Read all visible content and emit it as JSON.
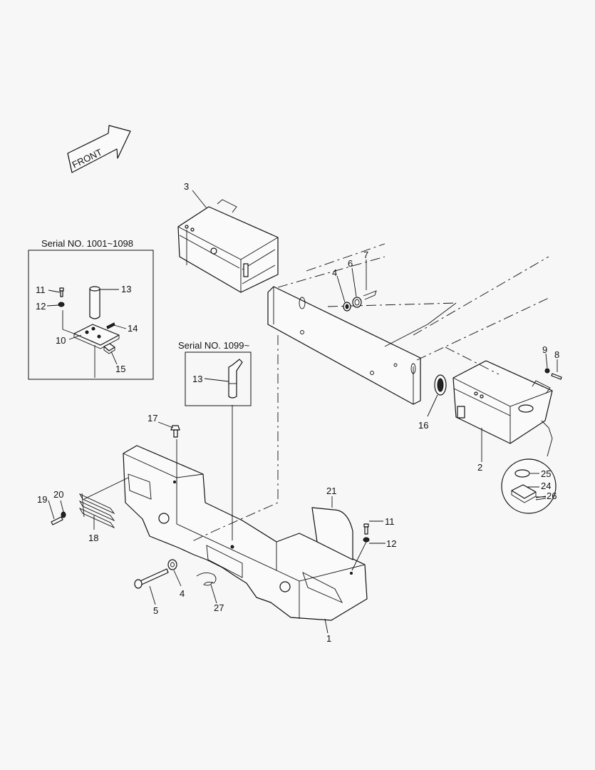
{
  "front_arrow": {
    "label": "FRONT"
  },
  "insets": {
    "early": {
      "title": "Serial NO. 1001~1098"
    },
    "late": {
      "title": "Serial NO.  1099~"
    }
  },
  "callouts": [
    {
      "id": "c3",
      "text": "3"
    },
    {
      "id": "c4a",
      "text": "4"
    },
    {
      "id": "c6",
      "text": "6"
    },
    {
      "id": "c7",
      "text": "7"
    },
    {
      "id": "c11a",
      "text": "11"
    },
    {
      "id": "c13a",
      "text": "13"
    },
    {
      "id": "c12a",
      "text": "12"
    },
    {
      "id": "c14",
      "text": "14"
    },
    {
      "id": "c10",
      "text": "10"
    },
    {
      "id": "c15",
      "text": "15"
    },
    {
      "id": "c13b",
      "text": "13"
    },
    {
      "id": "c9",
      "text": "9"
    },
    {
      "id": "c8",
      "text": "8"
    },
    {
      "id": "c16",
      "text": "16"
    },
    {
      "id": "c2",
      "text": "2"
    },
    {
      "id": "c17",
      "text": "17"
    },
    {
      "id": "c25",
      "text": "25"
    },
    {
      "id": "c24",
      "text": "24"
    },
    {
      "id": "c26",
      "text": "26"
    },
    {
      "id": "c21",
      "text": "21"
    },
    {
      "id": "c19",
      "text": "19"
    },
    {
      "id": "c20",
      "text": "20"
    },
    {
      "id": "c18",
      "text": "18"
    },
    {
      "id": "c11b",
      "text": "11"
    },
    {
      "id": "c12b",
      "text": "12"
    },
    {
      "id": "c4b",
      "text": "4"
    },
    {
      "id": "c5",
      "text": "5"
    },
    {
      "id": "c27",
      "text": "27"
    },
    {
      "id": "c1",
      "text": "1"
    }
  ]
}
